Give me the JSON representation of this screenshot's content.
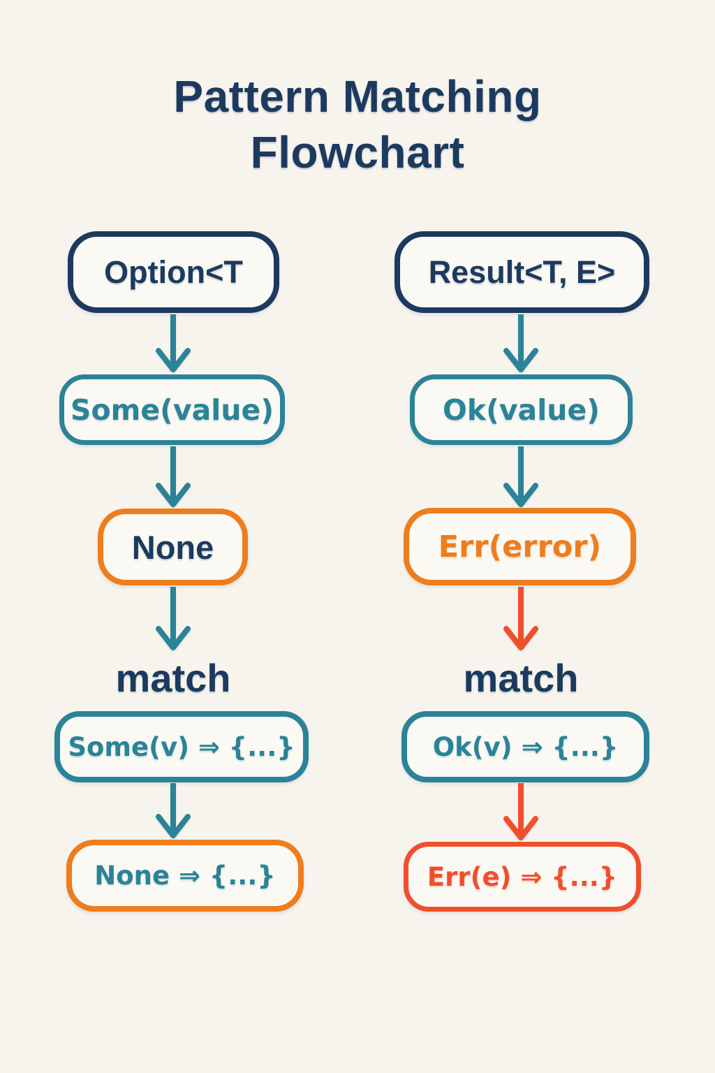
{
  "title": {
    "line1": "Pattern Matching",
    "line2": "Flowchart"
  },
  "colors": {
    "navy": "#1c3a5f",
    "teal": "#2b8398",
    "orange": "#ee7d1d",
    "red_orange": "#f14e2c",
    "background": "#f7f4ee"
  },
  "diagram_type": "flowchart",
  "left": {
    "root": {
      "label": "Option<T",
      "border": "navy",
      "text": "navy"
    },
    "variant_some": {
      "label": "Some(value)",
      "border": "teal",
      "text": "teal"
    },
    "variant_none": {
      "label": "None",
      "border": "orange",
      "text": "navy"
    },
    "match_label": "match",
    "arm_some": {
      "label": "Some(v) ⇒ {...}",
      "border": "teal",
      "text": "teal"
    },
    "arm_none": {
      "label": "None ⇒ {...}",
      "border": "orange",
      "text": "teal"
    }
  },
  "right": {
    "root": {
      "label": "Result<T, E>",
      "border": "navy",
      "text": "navy"
    },
    "variant_ok": {
      "label": "Ok(value)",
      "border": "teal",
      "text": "teal"
    },
    "variant_err": {
      "label": "Err(error)",
      "border": "orange",
      "text": "orange"
    },
    "match_label": "match",
    "arm_ok": {
      "label": "Ok(v) ⇒ {...}",
      "border": "teal",
      "text": "teal"
    },
    "arm_err": {
      "label": "Err(e) ⇒ {...}",
      "border": "red_orange",
      "text": "red_orange"
    }
  },
  "edges": [
    {
      "from": "Option<T",
      "to": "Some(value)",
      "color": "teal"
    },
    {
      "from": "Some(value)",
      "to": "None",
      "color": "teal"
    },
    {
      "from": "None",
      "to": "match",
      "color": "teal"
    },
    {
      "from": "Some(v) ⇒ {...}",
      "to": "None ⇒ {...}",
      "color": "teal"
    },
    {
      "from": "Result<T, E>",
      "to": "Ok(value)",
      "color": "teal"
    },
    {
      "from": "Ok(value)",
      "to": "Err(error)",
      "color": "teal"
    },
    {
      "from": "Err(error)",
      "to": "match",
      "color": "red_orange"
    },
    {
      "from": "Ok(v) ⇒ {...}",
      "to": "Err(e) ⇒ {...}",
      "color": "red_orange"
    }
  ]
}
